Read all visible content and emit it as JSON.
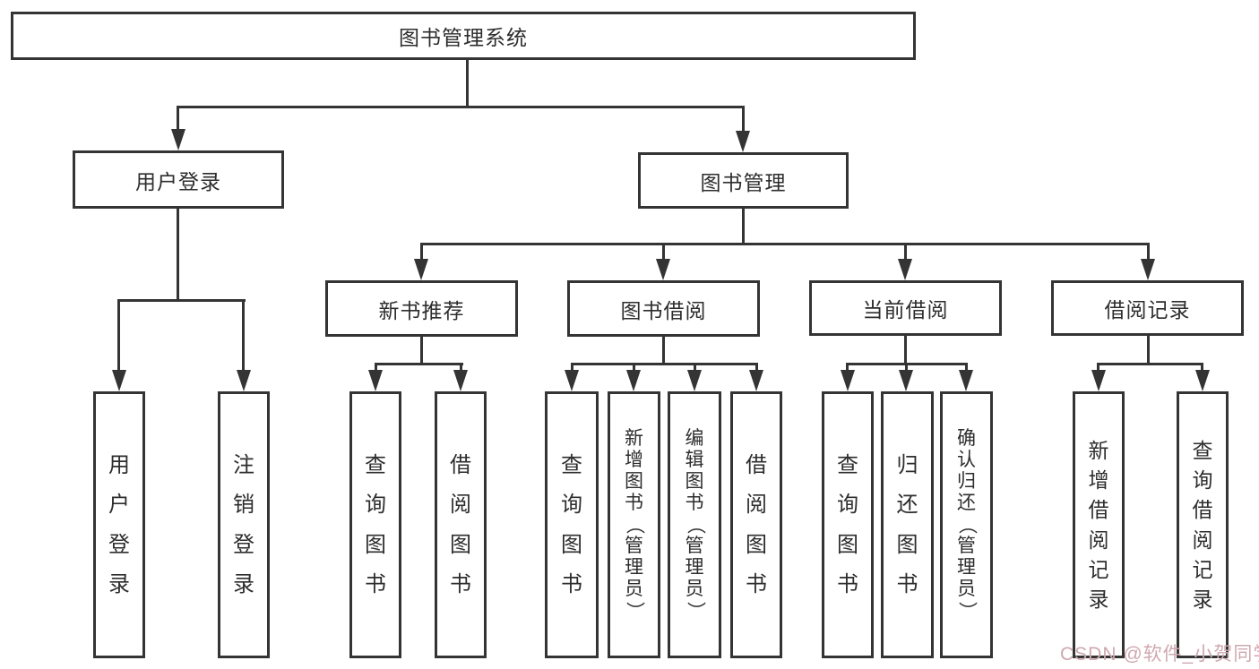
{
  "diagram": {
    "title": "图书管理系统",
    "watermark": "CSDN @软件_小贺同学",
    "colors": {
      "line": "#343434",
      "text": "#2d2d2d",
      "watermark": "#cfa8b0",
      "background": "#ffffff"
    },
    "nodes": {
      "root": "图书管理系统",
      "user_login": "用户登录",
      "book_management": "图书管理",
      "new_book_recommend": "新书推荐",
      "book_borrow": "图书借阅",
      "current_borrow": "当前借阅",
      "borrow_record": "借阅记录",
      "leaf_user_login": "用户登录",
      "leaf_logout": "注销登录",
      "leaf_nbr_query_books": "查询图书",
      "leaf_nbr_borrow_books": "借阅图书",
      "leaf_bb_query_books": "查询图书",
      "leaf_bb_add_books": "新增图书（管理员）",
      "leaf_bb_edit_books": "编辑图书（管理员）",
      "leaf_bb_borrow_books": "借阅图书",
      "leaf_cb_query_books": "查询图书",
      "leaf_cb_return_books": "归还图书",
      "leaf_cb_confirm_return": "确认归还（管理员）",
      "leaf_br_add_record": "新增借阅记录",
      "leaf_br_query_record": "查询借阅记录"
    }
  }
}
